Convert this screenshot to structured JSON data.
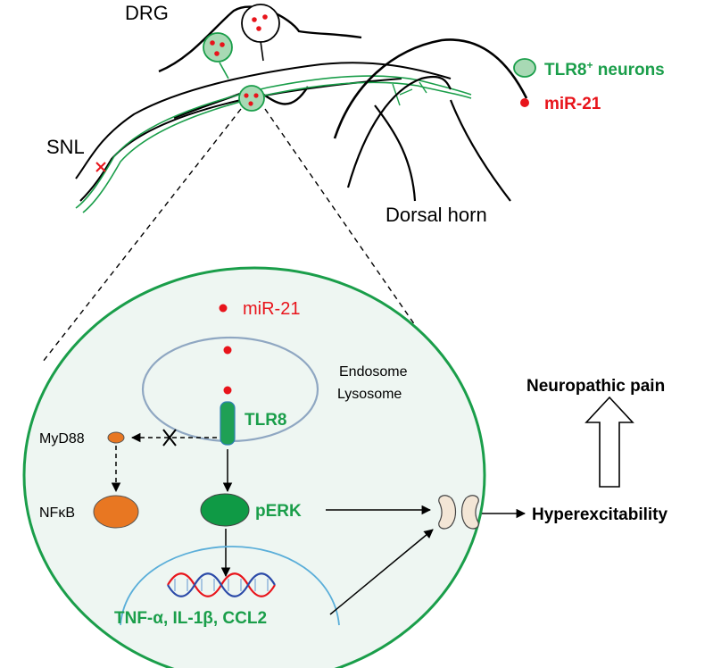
{
  "labels": {
    "drg": "DRG",
    "snl": "SNL",
    "dorsal_horn": "Dorsal horn",
    "endosome": "Endosome",
    "lysosome": "Lysosome",
    "tlr8": "TLR8",
    "myd88": "MyD88",
    "nfkb": "NFκB",
    "perk": "pERK",
    "cytokines": "TNF-α, IL-1β, CCL2",
    "mir21_cell": "miR-21",
    "hyperexcitability": "Hyperexcitability",
    "neuropathic_pain": "Neuropathic pain"
  },
  "legend": {
    "tlr8_neurons_main": "TLR8",
    "tlr8_neurons_sup": "+",
    "tlr8_neurons_suffix": " neurons",
    "mir21": "miR-21"
  },
  "colors": {
    "green": "#1a9e4a",
    "neuron_fill": "#a8d9b4",
    "cell_fill": "#eef6f2",
    "red": "#e8141b",
    "endosome_stroke": "#8fa7c2",
    "myd88_fill": "#e87722",
    "perk_fill": "#0f9a45",
    "nucleus_stroke": "#5aaed9"
  }
}
